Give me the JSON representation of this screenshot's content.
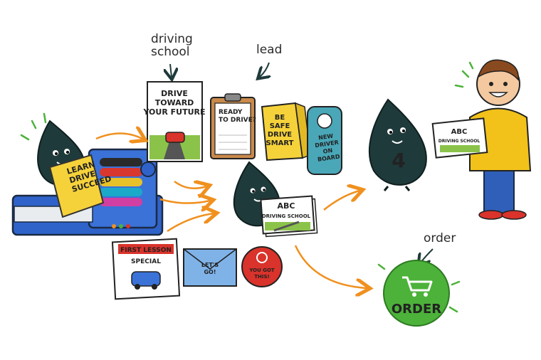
{
  "annotations": {
    "driving_school": "driving\nschool",
    "lead": "lead",
    "order": "order"
  },
  "printer": {
    "paper_text": "LEARN\nDRIVE\nSUCCEED"
  },
  "materials": {
    "poster": "DRIVE\nTOWARD\nYOUR FUTURE",
    "clipboard": "READY\nTO DRIVE?",
    "tent_card": "BE\nSAFE\nDRIVE\nSMART",
    "door_hanger": "NEW\nDRIVER\nON\nBOARD",
    "flyer_header": "FIRST LESSON",
    "flyer_sub": "SPECIAL",
    "envelope": "LET'S\nGO!",
    "sticker": "YOU GOT\nTHIS!"
  },
  "card_stack": {
    "title": "ABC",
    "subtitle": "DRIVING SCHOOL"
  },
  "mascot_number": "4",
  "customer_card": {
    "title": "ABC",
    "subtitle": "DRIVING SCHOOL"
  },
  "order_button": {
    "label": "ORDER"
  },
  "colors": {
    "ink": "#1f3a3a",
    "printer_blue": "#2f63c9",
    "accent_orange": "#f0901e",
    "order_green": "#4cb23a",
    "sticker_red": "#d9332b",
    "hoodie_yellow": "#f2c21a",
    "jeans_blue": "#2f5fb8"
  }
}
